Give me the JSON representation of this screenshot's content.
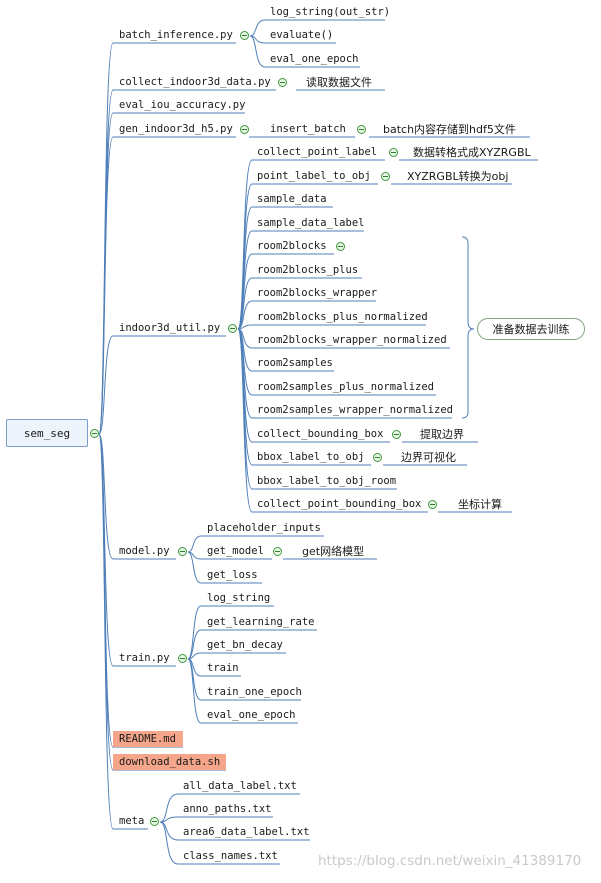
{
  "root": "sem_seg",
  "children": [
    {
      "label": "batch_inference.py",
      "children": [
        {
          "label": "log_string(out_str)"
        },
        {
          "label": "evaluate()"
        },
        {
          "label": "eval_one_epoch"
        }
      ]
    },
    {
      "label": "collect_indoor3d_data.py",
      "note": "读取数据文件"
    },
    {
      "label": "eval_iou_accuracy.py"
    },
    {
      "label": "gen_indoor3d_h5.py",
      "children": [
        {
          "label": "insert_batch",
          "note": "batch内容存储到hdf5文件"
        }
      ]
    },
    {
      "label": "indoor3d_util.py",
      "children": [
        {
          "label": "collect_point_label",
          "note": "数据转格式成XYZRGBL"
        },
        {
          "label": "point_label_to_obj",
          "note": "XYZRGBL转换为obj"
        },
        {
          "label": "sample_data"
        },
        {
          "label": "sample_data_label"
        },
        {
          "label": "room2blocks"
        },
        {
          "label": "room2blocks_plus"
        },
        {
          "label": "room2blocks_wrapper"
        },
        {
          "label": "room2blocks_plus_normalized"
        },
        {
          "label": "room2blocks_wrapper_normalized"
        },
        {
          "label": "room2samples"
        },
        {
          "label": "room2samples_plus_normalized"
        },
        {
          "label": "room2samples_wrapper_normalized"
        },
        {
          "label": "collect_bounding_box",
          "note": "提取边界"
        },
        {
          "label": "bbox_label_to_obj",
          "note": "边界可视化"
        },
        {
          "label": "bbox_label_to_obj_room"
        },
        {
          "label": "collect_point_bounding_box",
          "note": "坐标计算"
        }
      ]
    },
    {
      "label": "model.py",
      "children": [
        {
          "label": "placeholder_inputs"
        },
        {
          "label": "get_model",
          "note": "get网络模型"
        },
        {
          "label": "get_loss"
        }
      ]
    },
    {
      "label": "train.py",
      "children": [
        {
          "label": "log_string"
        },
        {
          "label": "get_learning_rate"
        },
        {
          "label": "get_bn_decay"
        },
        {
          "label": "train"
        },
        {
          "label": "train_one_epoch"
        },
        {
          "label": "eval_one_epoch"
        }
      ]
    },
    {
      "label": "README.md",
      "highlight": true
    },
    {
      "label": "download_data.sh",
      "highlight": true
    },
    {
      "label": "meta",
      "children": [
        {
          "label": "all_data_label.txt"
        },
        {
          "label": "anno_paths.txt"
        },
        {
          "label": "area6_data_label.txt"
        },
        {
          "label": "class_names.txt"
        }
      ]
    }
  ],
  "group_callout": "准备数据去训练",
  "watermark": "https://blog.csdn.net/weixin_41389170",
  "colors": {
    "line": "#4f7fb8",
    "highlight": "#f4a58a",
    "collapse": "#3c9a3c",
    "callout_border": "#7fa37f"
  }
}
